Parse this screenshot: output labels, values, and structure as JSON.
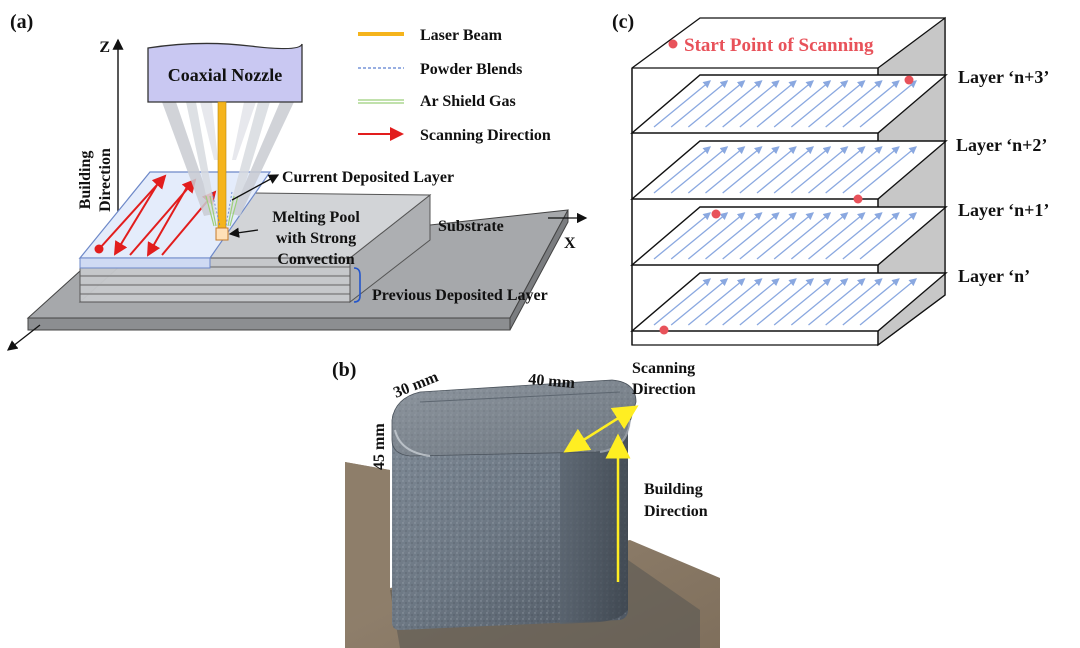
{
  "panel_a": {
    "label": "(a)",
    "z_axis": "Z",
    "x_axis": "X",
    "nozzle": "Coaxial Nozzle",
    "building_direction": [
      "Building",
      "Direction"
    ],
    "current_layer": "Current Deposited Layer",
    "melting_pool": [
      "Melting Pool",
      "with Strong",
      "Convection"
    ],
    "substrate": "Substrate",
    "previous_layer": "Previous Deposited Layer",
    "legend": {
      "laser": "Laser Beam",
      "powder": "Powder Blends",
      "gas": "Ar Shield Gas",
      "scan": "Scanning Direction"
    }
  },
  "panel_b": {
    "label": "(b)",
    "dim_30": "30 mm",
    "dim_40": "40 mm",
    "dim_45": "45 mm",
    "scanning": [
      "Scanning",
      "Direction"
    ],
    "building": [
      "Building",
      "Direction"
    ]
  },
  "panel_c": {
    "label": "(c)",
    "start_point": "Start Point of Scanning",
    "layers": [
      "Layer ‘n+3’",
      "Layer ‘n+2’",
      "Layer ‘n+1’",
      "Layer ‘n’"
    ]
  },
  "colors": {
    "laser": "#f5b41c",
    "powder": "#5b7fd0",
    "gas": "#9ccf7a",
    "scan_arrow": "#e21d1d",
    "nozzle": "#c9c8f2",
    "start_point": "#e8525a",
    "hatch": "#8aa8e0"
  }
}
